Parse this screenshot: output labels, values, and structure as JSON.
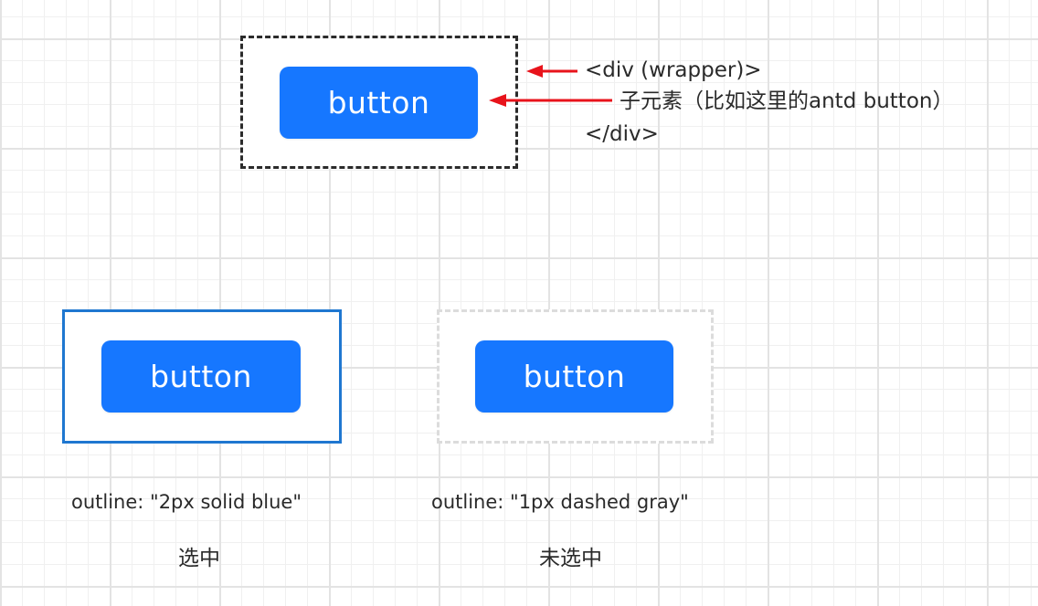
{
  "top_example": {
    "button_label": "button",
    "code_open": "<div (wrapper)>",
    "code_child": "子元素（比如这里的antd button）",
    "code_close": "</div>"
  },
  "selected_example": {
    "button_label": "button",
    "caption": "outline: \"2px solid blue\"",
    "state": "选中"
  },
  "unselected_example": {
    "button_label": "button",
    "caption": "outline: \"1px dashed gray\"",
    "state": "未选中"
  },
  "colors": {
    "button_bg": "#1677ff",
    "arrow": "#e8131b",
    "wrapper_border": "#2b2b2b",
    "selected_outline": "#1f77d0",
    "unselected_outline": "#dcdcdc"
  },
  "icons": [
    "arrow-left-icon",
    "arrow-left-icon"
  ]
}
